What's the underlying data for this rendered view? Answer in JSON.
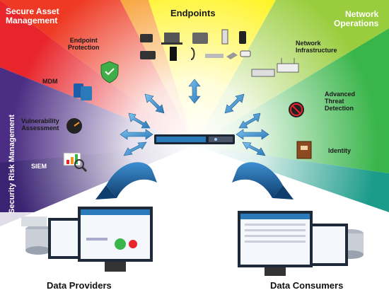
{
  "diagram": {
    "sections": {
      "secure_asset_management": "Secure Asset\nManagement",
      "endpoints": "Endpoints",
      "network_operations": "Network\nOperations",
      "security_risk_management": "Security Risk Management"
    },
    "items": {
      "endpoint_protection": "Endpoint\nProtection",
      "mdm": "MDM",
      "vulnerability_assessment": "Vulnerability\nAssessment",
      "siem": "SIEM",
      "network_infrastructure": "Network\nInfrastructure",
      "advanced_threat_detection": "Advanced\nThreat\nDetection",
      "identity": "Identity"
    },
    "bottom": {
      "data_providers": "Data Providers",
      "data_consumers": "Data Consumers"
    },
    "colors": {
      "red": "#e8252b",
      "orange": "#f7941d",
      "yellow": "#fff200",
      "green": "#39b54a",
      "purple": "#4b2d83",
      "blue_accent": "#2a79b8"
    }
  }
}
